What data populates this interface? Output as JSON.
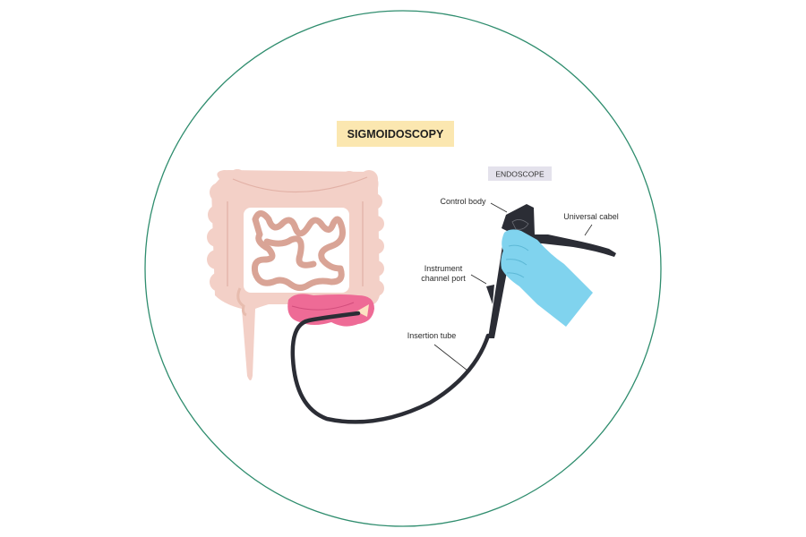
{
  "title": "SIGMOIDOSCOPY",
  "device_tag": "ENDOSCOPE",
  "labels": {
    "control_body": "Control body",
    "universal_cable": "Universal cabel",
    "instrument_port_line1": "Instrument",
    "instrument_port_line2": "channel port",
    "insertion_tube": "Insertion tube"
  },
  "colors": {
    "circle": "#2f8d6e",
    "title_bg": "#fbe7b0",
    "tag_bg": "#e4e2ec",
    "colon": "#f3d0c7",
    "intestine": "#d9a496",
    "rectum": "#ee6b96",
    "scope": "#2b2d35",
    "glove": "#80d3ee"
  }
}
